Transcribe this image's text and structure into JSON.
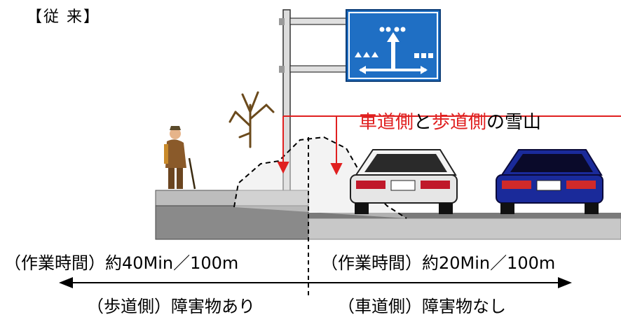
{
  "header": "【従 来】",
  "banner": {
    "part1": "車道側",
    "part2": "と",
    "part3": "歩道側",
    "part4": "の雪山"
  },
  "work_time": {
    "left": "（作業時間）約40Min／100m",
    "right": "（作業時間）約20Min／100m"
  },
  "obstacles": {
    "left": "（歩道側）障害物あり",
    "right": "（車道側）障害物なし"
  },
  "colors": {
    "sign_blue": "#1f6fc4",
    "arrow_red": "#e02020",
    "curb_gray": "#9a9a9a",
    "road_gray": "#c8c8c8",
    "car_left_body": "#e6e6e6",
    "car_right_body": "#1a2a9a"
  },
  "icons": [
    "road-sign-icon",
    "tree-icon",
    "pedestrian-icon",
    "car-icon",
    "car-icon"
  ]
}
